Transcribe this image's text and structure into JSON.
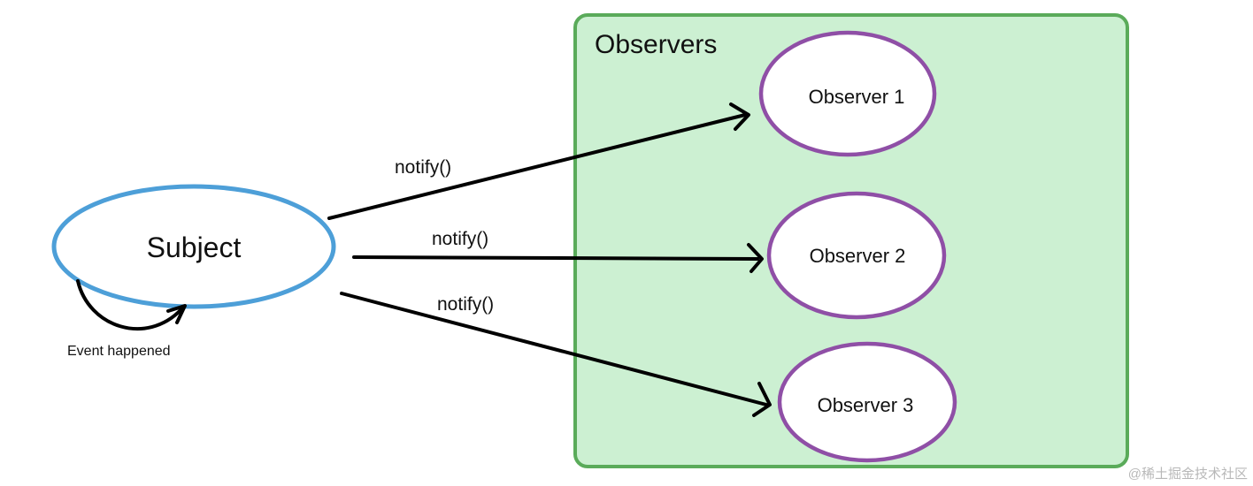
{
  "observers_panel": {
    "title": "Observers"
  },
  "subject": {
    "label": "Subject",
    "self_loop_label": "Event happened"
  },
  "observers": [
    {
      "label": "Observer 1",
      "arrow_label": "notify()"
    },
    {
      "label": "Observer 2",
      "arrow_label": "notify()"
    },
    {
      "label": "Observer 3",
      "arrow_label": "notify()"
    }
  ],
  "watermark": "@稀土掘金技术社区",
  "colors": {
    "panel_fill": "#ccf0d2",
    "panel_border": "#5aab5a",
    "subject_border": "#4d9fd8",
    "observer_border": "#8f4fa6",
    "arrow": "#000000"
  }
}
